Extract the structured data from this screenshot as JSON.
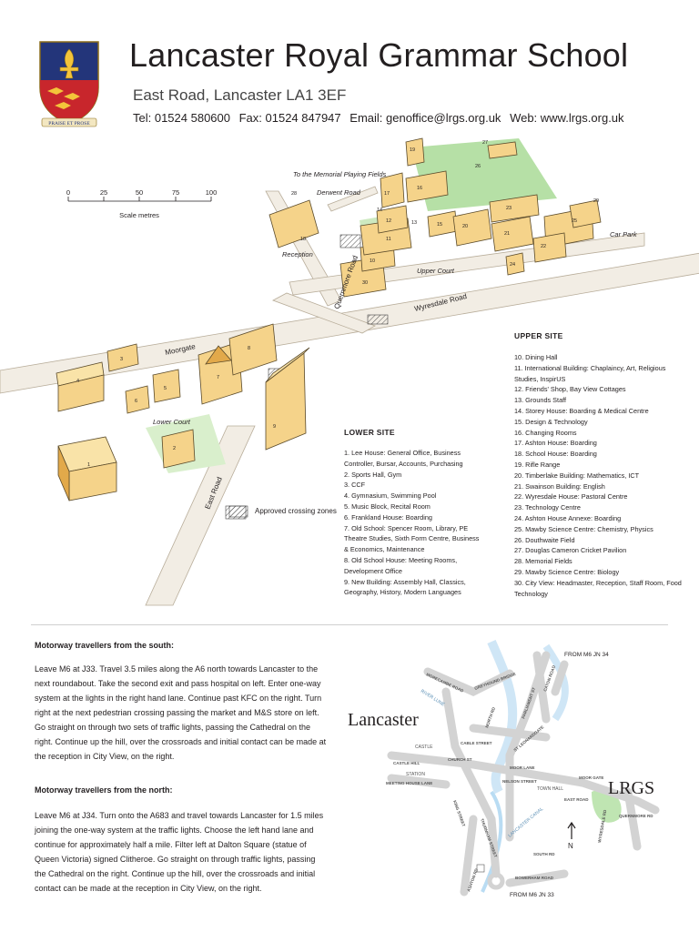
{
  "header": {
    "crest_motto": "PRAISE ET PROSE",
    "title": "Lancaster Royal Grammar School",
    "address": "East Road, Lancaster LA1 3EF",
    "tel": "Tel: 01524 580600",
    "fax": "Fax: 01524 847947",
    "email": "Email: genoffice@lrgs.org.uk",
    "web": "Web: www.lrgs.org.uk"
  },
  "scale": {
    "ticks": [
      "0",
      "25",
      "50",
      "75",
      "100"
    ],
    "label": "Scale metres"
  },
  "map_labels": {
    "memorial": "To the Memorial Playing Fields",
    "derwent_road": "Derwent Road",
    "reception": "Reception",
    "quernmore_road": "Quernmore Road",
    "wyresdale_road": "Wyresdale Road",
    "upper_court": "Upper Court",
    "moorgate": "Moorgate",
    "lower_court": "Lower Court",
    "east_road": "East Road",
    "car_park": "Car Park",
    "crossing_legend": "Approved crossing zones"
  },
  "upper_site": {
    "heading": "UPPER SITE",
    "items": [
      "10. Dining Hall",
      "11. International Building: Chaplaincy, Art, Religious Studies, InspirUS",
      "12. Friends' Shop, Bay View Cottages",
      "13. Grounds Staff",
      "14. Storey House: Boarding & Medical Centre",
      "15. Design & Technology",
      "16. Changing Rooms",
      "17. Ashton House: Boarding",
      "18. School House: Boarding",
      "19. Rifle Range",
      "20. Timberlake Building: Mathematics, ICT",
      "21. Swainson Building: English",
      "22. Wyresdale House: Pastoral Centre",
      "23. Technology Centre",
      "24. Ashton House Annexe: Boarding",
      "25. Mawby Science Centre: Chemistry, Physics",
      "26. Douthwaite Field",
      "27. Douglas Cameron Cricket Pavilion",
      "28. Memorial Fields",
      "29. Mawby Science Centre: Biology",
      "30. City View: Headmaster, Reception, Staff Room, Food Technology"
    ]
  },
  "lower_site": {
    "heading": "LOWER SITE",
    "items": [
      "1. Lee House: General Office, Business Controller, Bursar, Accounts, Purchasing",
      "2. Sports Hall, Gym",
      "3. CCF",
      "4. Gymnasium, Swimming Pool",
      "5. Music Block, Recital Room",
      "6. Frankland House: Boarding",
      "7. Old School: Spencer Room, Library, PE Theatre Studies, Sixth Form Centre, Business & Economics, Maintenance",
      "8. Old School House: Meeting Rooms, Development Office",
      "9. New Building: Assembly Hall, Classics, Geography, History, Modern Languages"
    ]
  },
  "directions": {
    "south_heading": "Motorway travellers from the south:",
    "south_text": "Leave M6 at J33. Travel 3.5 miles along the A6 north towards Lancaster to the next roundabout. Take the second exit and pass hospital on left. Enter one-way system at the lights in the right hand lane. Continue past KFC on the right. Turn right at the next pedestrian crossing passing the market and M&S store on left. Go straight on through two sets of traffic lights, passing the Cathedral on the right. Continue up the hill, over the crossroads and initial contact can be made at the reception in City View, on the right.",
    "north_heading": "Motorway travellers from the north:",
    "north_text": "Leave M6 at J34. Turn onto the A683 and travel towards Lancaster for 1.5 miles joining the one-way system at the traffic lights. Choose the left hand lane and continue for approximately half a mile. Filter left at Dalton Square (statue of Queen Victoria) signed Clitheroe. Go straight on through traffic lights, passing the Cathedral on the right. Continue up the hill, over the crossroads and initial contact can be made at the reception in City View, on the right."
  },
  "town_map": {
    "lancaster": "Lancaster",
    "lrgs": "LRGS",
    "from_m6_34": "FROM M6 JN 34",
    "from_m6_33": "FROM M6 JN 33",
    "north": "N",
    "river": "RIVER LUNE",
    "canal": "LANCASTER CANAL",
    "castle": "CASTLE",
    "station": "STATION",
    "town_hall": "TOWN HALL",
    "roads": [
      "CABLE STREET",
      "CHURCH ST",
      "MOOR LANE",
      "MOOR GATE",
      "EAST ROAD",
      "QUERNMORE RD",
      "WYRESDALE RD",
      "NELSON STREET",
      "CASTLE HILL",
      "MEETING HOUSE LANE",
      "KING STREET",
      "THURNHAM STREET",
      "SOUTH RD",
      "BOWERHAM ROAD",
      "ASHTON RD",
      "NORTH RD",
      "ST LEONARDGATE",
      "MORECAMBE ROAD",
      "CATON ROAD",
      "PARLIAMENT ST",
      "GREYHOUND BRIDGE"
    ]
  },
  "colors": {
    "building": "#f5d38a",
    "building_side": "#e2a94a",
    "building_roof": "#f9e3a8",
    "outline": "#5a4a2a",
    "road": "#f2ede4",
    "field": "#b6e0a6",
    "text": "#231f20"
  }
}
